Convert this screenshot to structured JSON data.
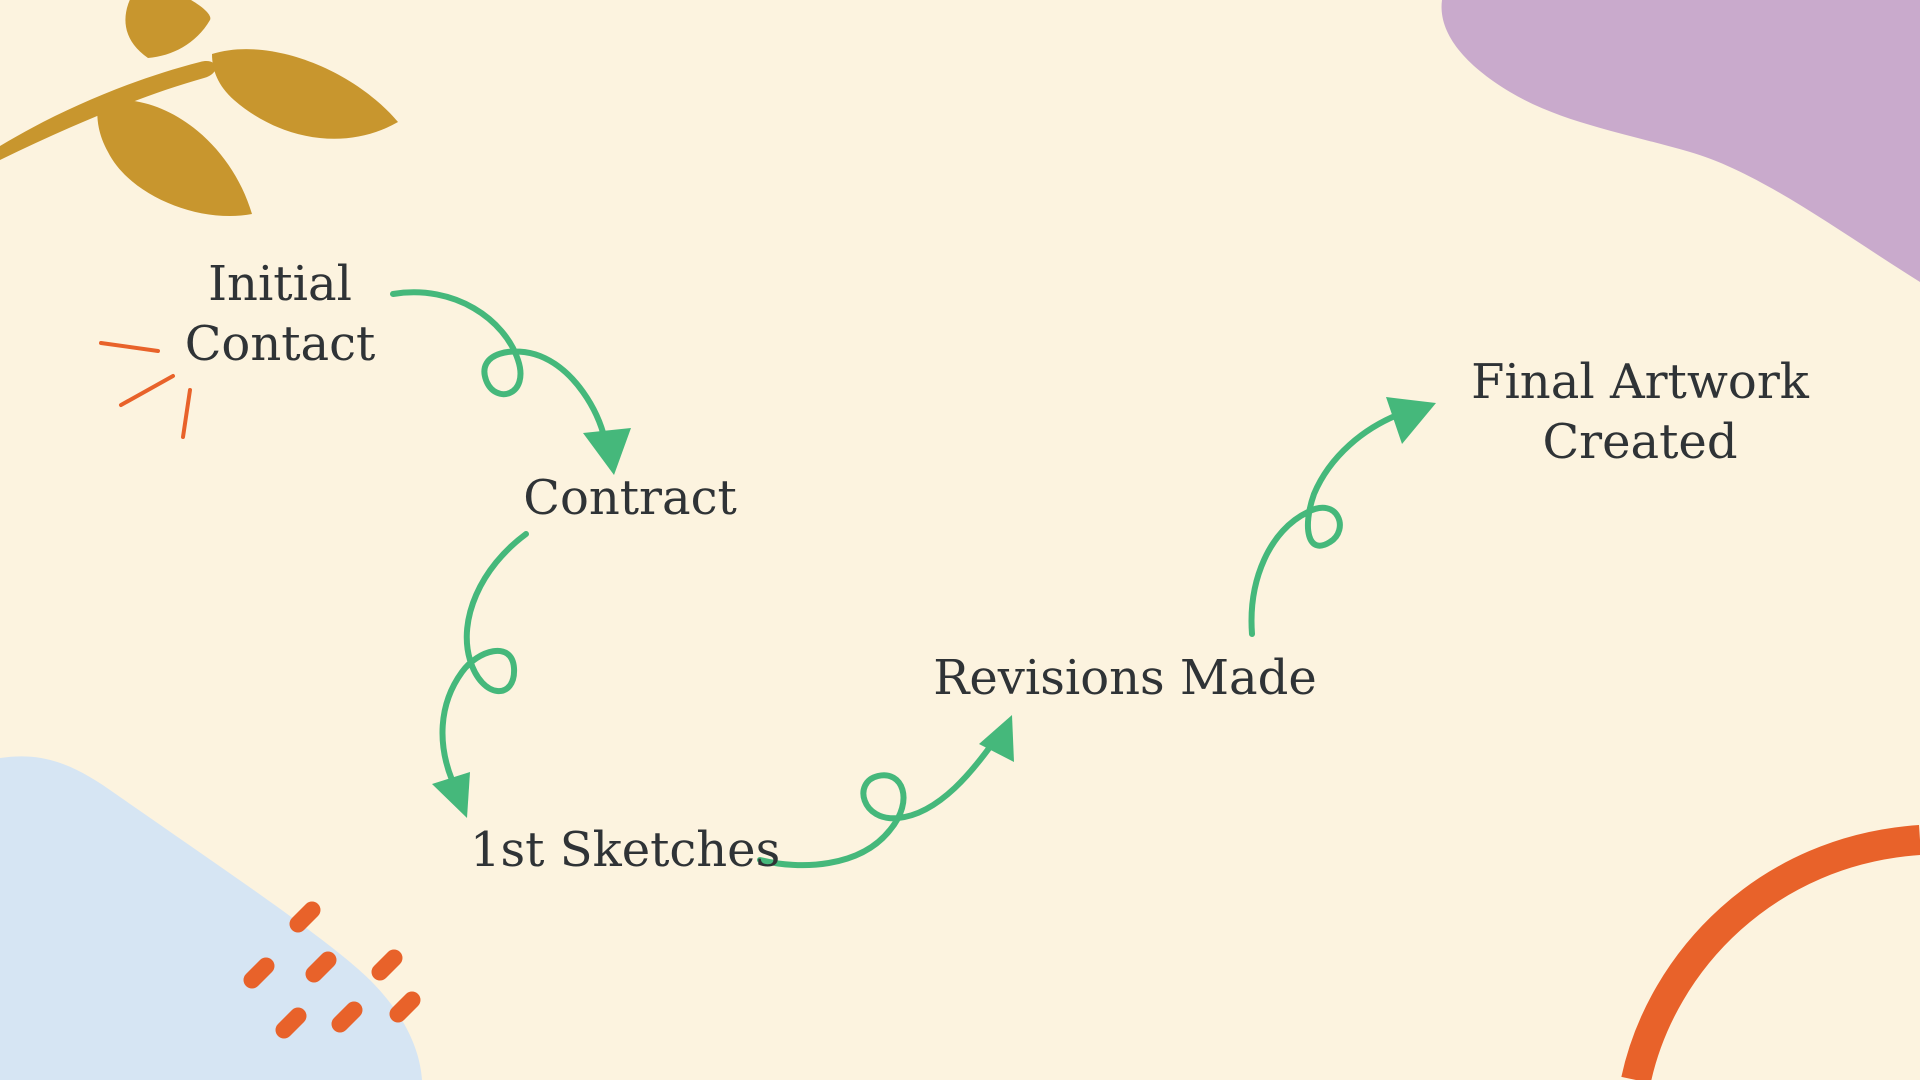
{
  "colors": {
    "background": "#FCF3DF",
    "arrow": "#45B87B",
    "text": "#2F3336",
    "leaf": "#C8962E",
    "purple_blob": "#C9AACC",
    "blue_blob": "#D6E5F3",
    "accent_orange": "#E8622A"
  },
  "steps": [
    {
      "id": "initial-contact",
      "lines": [
        "Initial",
        "Contact"
      ]
    },
    {
      "id": "contract",
      "lines": [
        "Contract"
      ]
    },
    {
      "id": "first-sketches",
      "lines": [
        "1st Sketches"
      ]
    },
    {
      "id": "revisions-made",
      "lines": [
        "Revisions Made"
      ]
    },
    {
      "id": "final-artwork",
      "lines": [
        "Final Artwork",
        "Created"
      ]
    }
  ],
  "decorations": {
    "top_left": "leaf-branch-icon",
    "top_right": "purple-blob",
    "bottom_left": "blue-blob",
    "bottom_left_dots": "orange-dashes-icon",
    "bottom_right": "orange-arc",
    "sparkle": "orange-sparkle-icon"
  },
  "connectors": [
    {
      "from": "initial-contact",
      "to": "contract"
    },
    {
      "from": "contract",
      "to": "first-sketches"
    },
    {
      "from": "first-sketches",
      "to": "revisions-made"
    },
    {
      "from": "revisions-made",
      "to": "final-artwork"
    }
  ]
}
